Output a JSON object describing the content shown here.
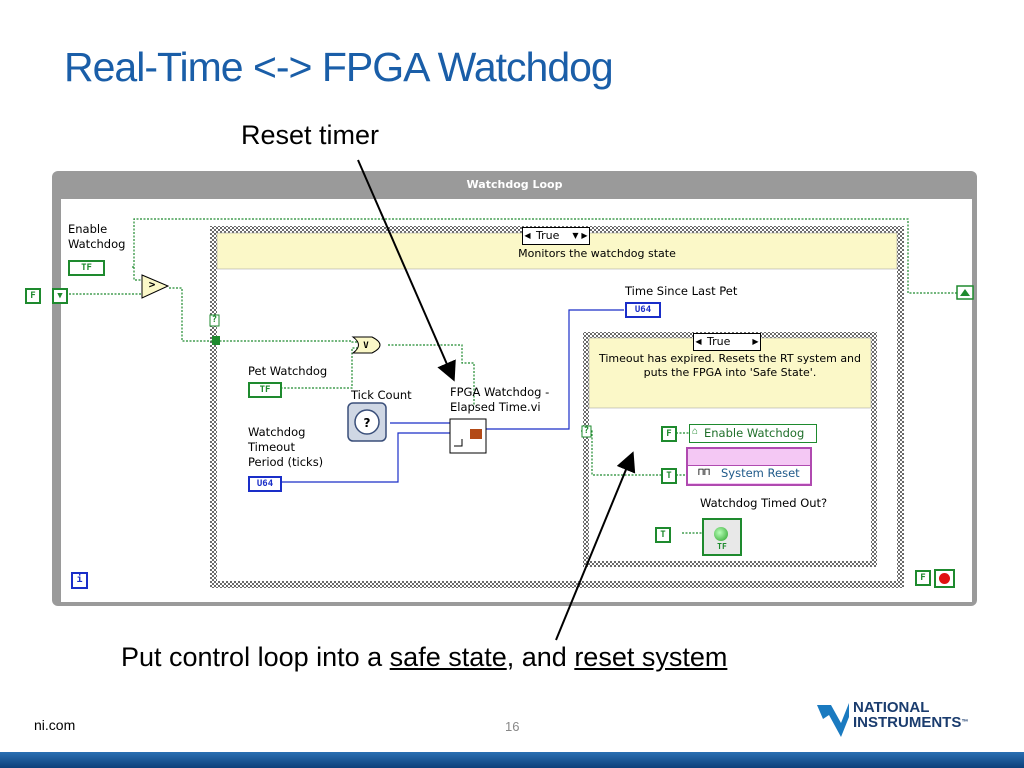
{
  "slide": {
    "title": "Real-Time <-> FPGA Watchdog",
    "annotation_top": "Reset timer",
    "annotation_bottom_prefix": "Put control loop into a ",
    "annotation_bottom_link1": "safe state",
    "annotation_bottom_mid": ", and ",
    "annotation_bottom_link2": "reset system",
    "footer_link": "ni.com",
    "page_number": "16",
    "logo_line1": "NATIONAL",
    "logo_line2": "INSTRUMENTS",
    "logo_tm": "™"
  },
  "diagram": {
    "loop_title": "Watchdog Loop",
    "enable_watchdog_label": "Enable\nWatchdog",
    "pet_watchdog_label": "Pet Watchdog",
    "timeout_label": "Watchdog\nTimeout\nPeriod (ticks)",
    "tick_count_label": "Tick Count",
    "fpga_vi_label": "FPGA Watchdog -\nElapsed Time.vi",
    "time_since_label": "Time Since Last Pet",
    "outer_case_value": "True",
    "outer_case_banner": "Monitors the watchdog state",
    "inner_case_value": "True",
    "inner_case_banner": "Timeout has expired. Resets the RT system and\nputs the FPGA into 'Safe State'.",
    "enable_watchdog_node": "Enable Watchdog",
    "system_reset_node": "System Reset",
    "timed_out_label": "Watchdog Timed Out?",
    "const_false": "F",
    "const_true": "T",
    "tf_text": "TF",
    "u64_text": "U64",
    "info_text": "i",
    "compare_symbol": ">",
    "or_symbol": "V",
    "question_mark": "?"
  }
}
